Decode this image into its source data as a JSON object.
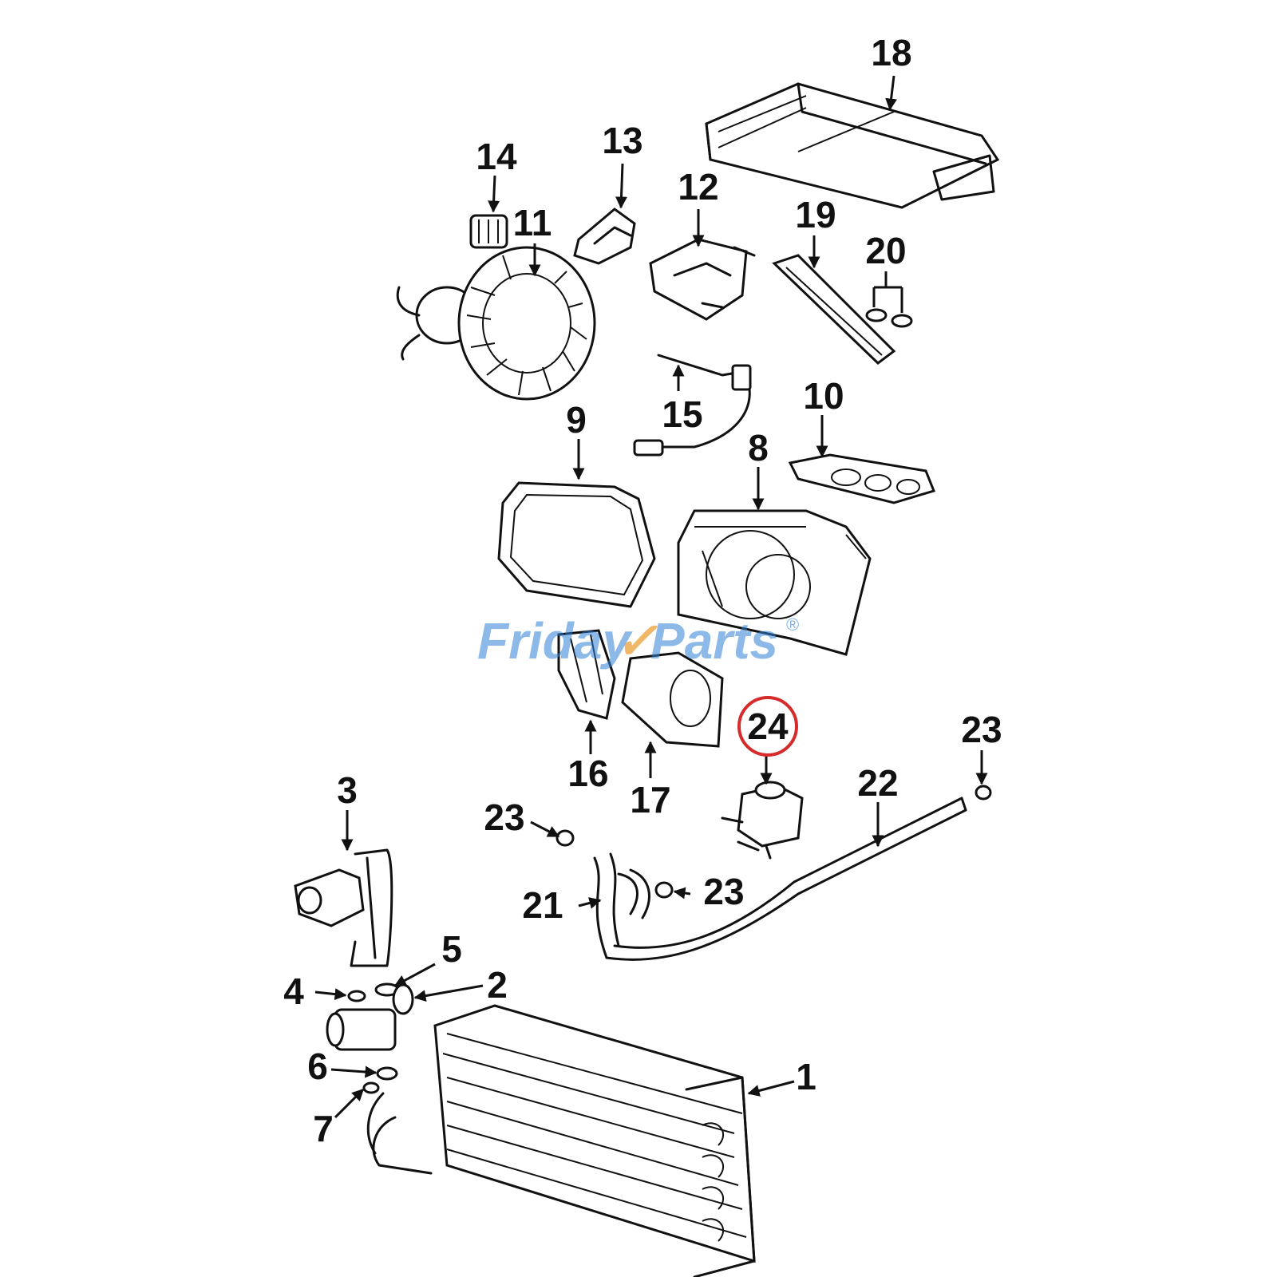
{
  "diagram": {
    "callouts": [
      "18",
      "13",
      "14",
      "12",
      "11",
      "19",
      "20",
      "15",
      "10",
      "9",
      "8",
      "24",
      "23",
      "22",
      "16",
      "17",
      "3",
      "23",
      "21",
      "23",
      "5",
      "4",
      "2",
      "6",
      "1",
      "7"
    ],
    "highlighted_callout": "24",
    "highlight_color": "#d62b2b"
  },
  "watermark": {
    "text_part1": "Friday",
    "text_part2": "Parts",
    "trademark": "®",
    "color_primary": "#2f7fd6",
    "color_accent": "#e89a2a"
  }
}
